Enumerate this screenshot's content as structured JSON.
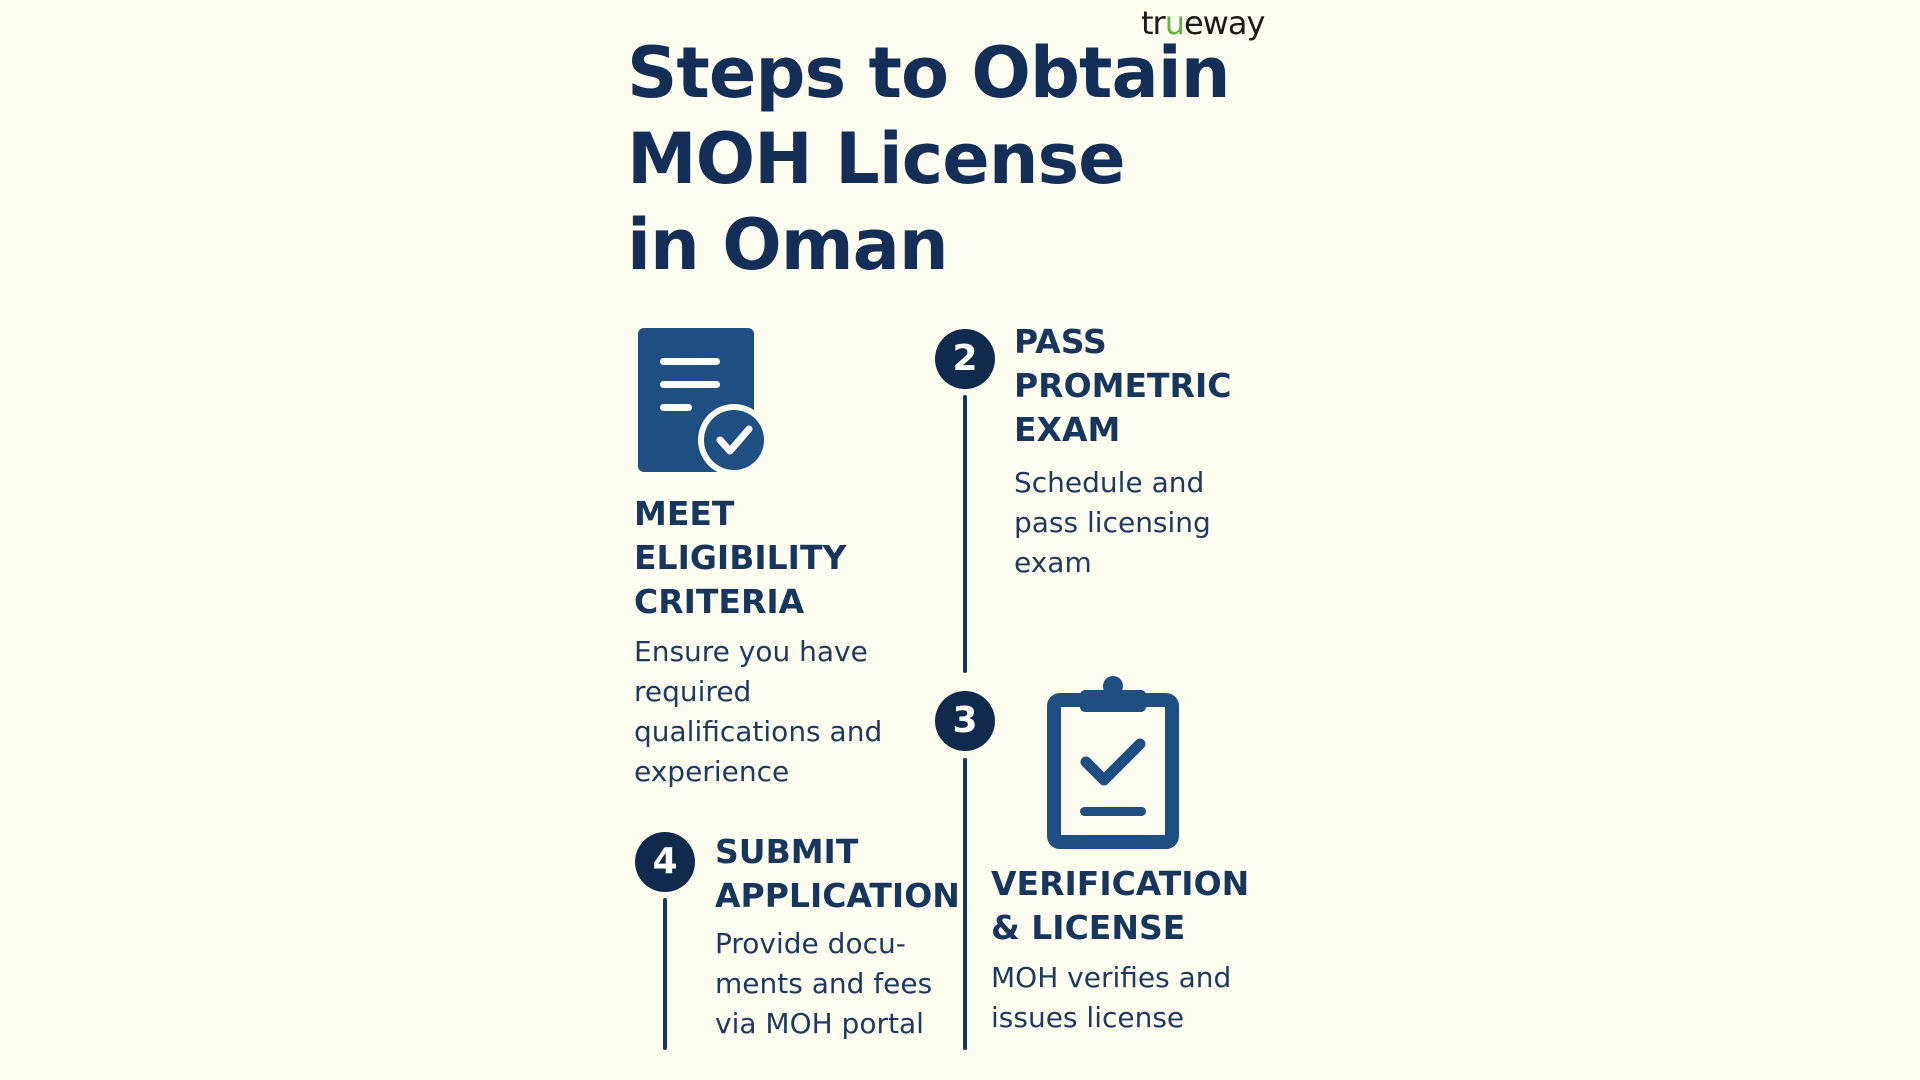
{
  "title": {
    "line1": "Steps to Obtain",
    "line2": "MOH License",
    "line3": "in Oman"
  },
  "logo": {
    "part1": "tr",
    "accent": "u",
    "part2": "eway"
  },
  "steps": [
    {
      "number": "",
      "heading": [
        "MEET",
        "ELIGIBILITY",
        "CRITERIA"
      ],
      "description": [
        "Ensure you have",
        "required",
        "qualifications and",
        "experience"
      ],
      "icon": "document-check-icon"
    },
    {
      "number": "2",
      "heading": [
        "PASS",
        "PROMETRIC",
        "EXAM"
      ],
      "description": [
        "Schedule and",
        "pass licensing",
        "exam"
      ]
    },
    {
      "number": "3",
      "heading": [
        "VERIFICATION",
        "& LICENSE"
      ],
      "description": [
        "MOH verifies and",
        "issues license"
      ],
      "icon": "clipboard-check-icon"
    },
    {
      "number": "4",
      "heading": [
        "SUBMIT",
        "APPLICATION"
      ],
      "description": [
        "Provide docu-",
        "ments and fees",
        "via MOH portal"
      ]
    }
  ],
  "colors": {
    "background": "#fdfdf0",
    "primary": "#17365d",
    "badge": "#0f2a4d",
    "icon_fill": "#1f4e82",
    "logo_accent": "#5cb73a"
  }
}
